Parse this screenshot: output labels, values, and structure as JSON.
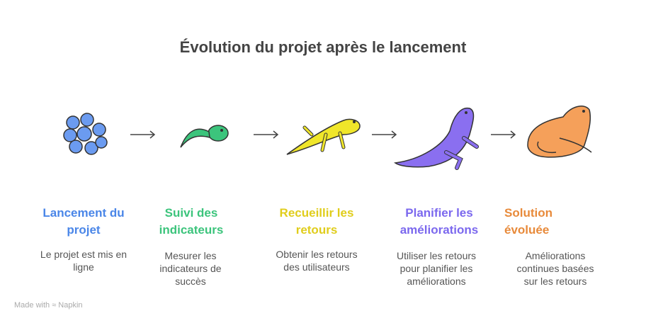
{
  "title": "Évolution du projet après le lancement",
  "colors": {
    "blue": "#4a86e8",
    "green": "#3cc47c",
    "yellow": "#e0cd1c",
    "purple": "#7b68ee",
    "orange": "#e88a3a"
  },
  "steps": [
    {
      "title": "Lancement du projet",
      "desc": "Le projet est mis en ligne",
      "icon": "frog-eggs-icon"
    },
    {
      "title": "Suivi des indicateurs",
      "desc": "Mesurer les indicateurs de succès",
      "icon": "tadpole-icon"
    },
    {
      "title": "Recueillir les retours",
      "desc": "Obtenir les retours des utilisateurs",
      "icon": "tadpole-with-legs-icon"
    },
    {
      "title": "Planifier les améliorations",
      "desc": "Utiliser les retours pour planifier les améliorations",
      "icon": "froglet-icon"
    },
    {
      "title": "Solution évoluée",
      "desc": "Améliorations continues basées sur les retours",
      "icon": "frog-icon"
    }
  ],
  "footer": "Made with ≈ Napkin"
}
